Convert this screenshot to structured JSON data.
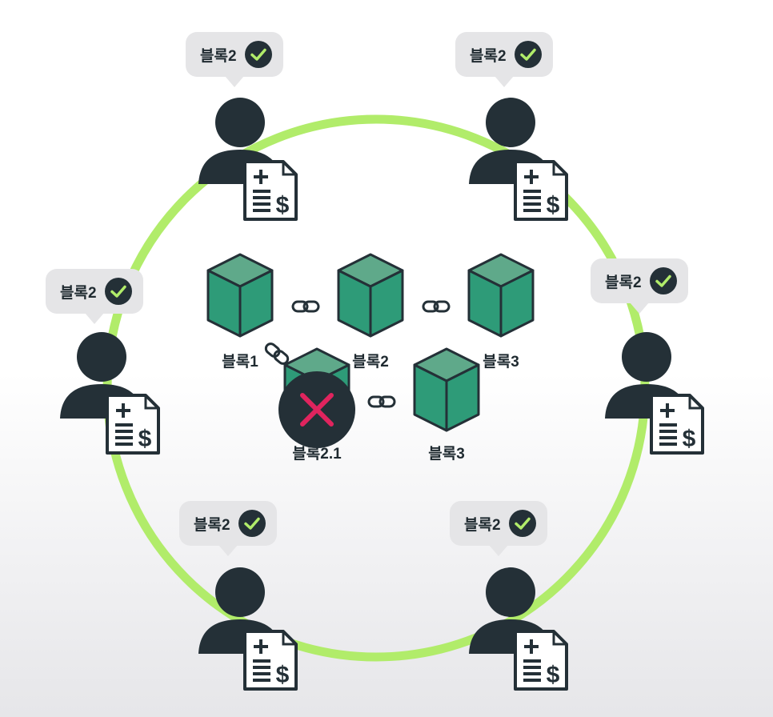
{
  "colors": {
    "ring": "#b1ec6a",
    "node": "#243037",
    "cube_top": "#5fa98a",
    "cube_left": "#2e9b78",
    "cube_right": "#2e9b78",
    "reject_mark": "#e0245e"
  },
  "nodes": [
    {
      "label": "블록2",
      "status_icon": "check-circle-icon",
      "node_icon": "user-with-ledger-icon"
    },
    {
      "label": "블록2",
      "status_icon": "check-circle-icon",
      "node_icon": "user-with-ledger-icon"
    },
    {
      "label": "블록2",
      "status_icon": "check-circle-icon",
      "node_icon": "user-with-ledger-icon"
    },
    {
      "label": "블록2",
      "status_icon": "check-circle-icon",
      "node_icon": "user-with-ledger-icon"
    },
    {
      "label": "블록2",
      "status_icon": "check-circle-icon",
      "node_icon": "user-with-ledger-icon"
    },
    {
      "label": "블록2",
      "status_icon": "check-circle-icon",
      "node_icon": "user-with-ledger-icon"
    }
  ],
  "chain": {
    "main": [
      {
        "label": "블록1",
        "icon": "cube-icon"
      },
      {
        "label": "블록2",
        "icon": "cube-icon"
      },
      {
        "label": "블록3",
        "icon": "cube-icon"
      }
    ],
    "fork": [
      {
        "label": "블록2.1",
        "icon": "cube-icon",
        "rejected": true,
        "status_icon": "x-mark-icon"
      },
      {
        "label": "블록3",
        "icon": "cube-icon"
      }
    ],
    "link_icon": "chain-link-icon"
  }
}
